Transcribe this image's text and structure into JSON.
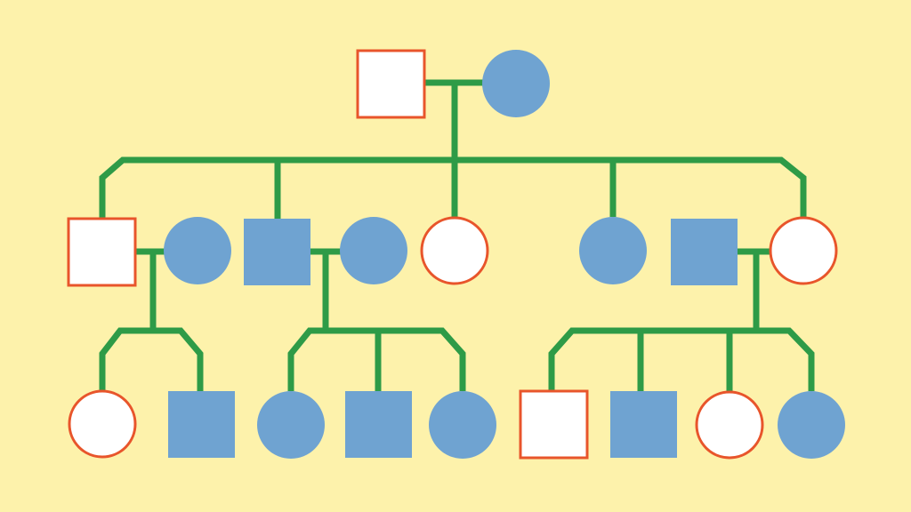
{
  "colors": {
    "background": "#fdf2ab",
    "line": "#2e9b47",
    "affected": "#6fa3d1",
    "unaffected_fill": "#ffffff",
    "unaffected_stroke": "#e8552b"
  },
  "pedigree": {
    "generation_1": [
      {
        "sex": "male",
        "status": "unaffected"
      },
      {
        "sex": "female",
        "status": "affected"
      }
    ],
    "generation_2": [
      {
        "sex": "male",
        "status": "unaffected",
        "partner": {
          "sex": "female",
          "status": "affected"
        }
      },
      {
        "sex": "male",
        "status": "affected",
        "partner": {
          "sex": "female",
          "status": "affected"
        }
      },
      {
        "sex": "female",
        "status": "unaffected"
      },
      {
        "sex": "female",
        "status": "affected"
      },
      {
        "sex": "female",
        "status": "unaffected",
        "partner": {
          "sex": "male",
          "status": "affected"
        }
      }
    ],
    "generation_3": [
      {
        "sex": "female",
        "status": "unaffected"
      },
      {
        "sex": "male",
        "status": "affected"
      },
      {
        "sex": "female",
        "status": "affected"
      },
      {
        "sex": "male",
        "status": "affected"
      },
      {
        "sex": "female",
        "status": "affected"
      },
      {
        "sex": "male",
        "status": "unaffected"
      },
      {
        "sex": "male",
        "status": "affected"
      },
      {
        "sex": "female",
        "status": "unaffected"
      },
      {
        "sex": "female",
        "status": "affected"
      }
    ]
  }
}
